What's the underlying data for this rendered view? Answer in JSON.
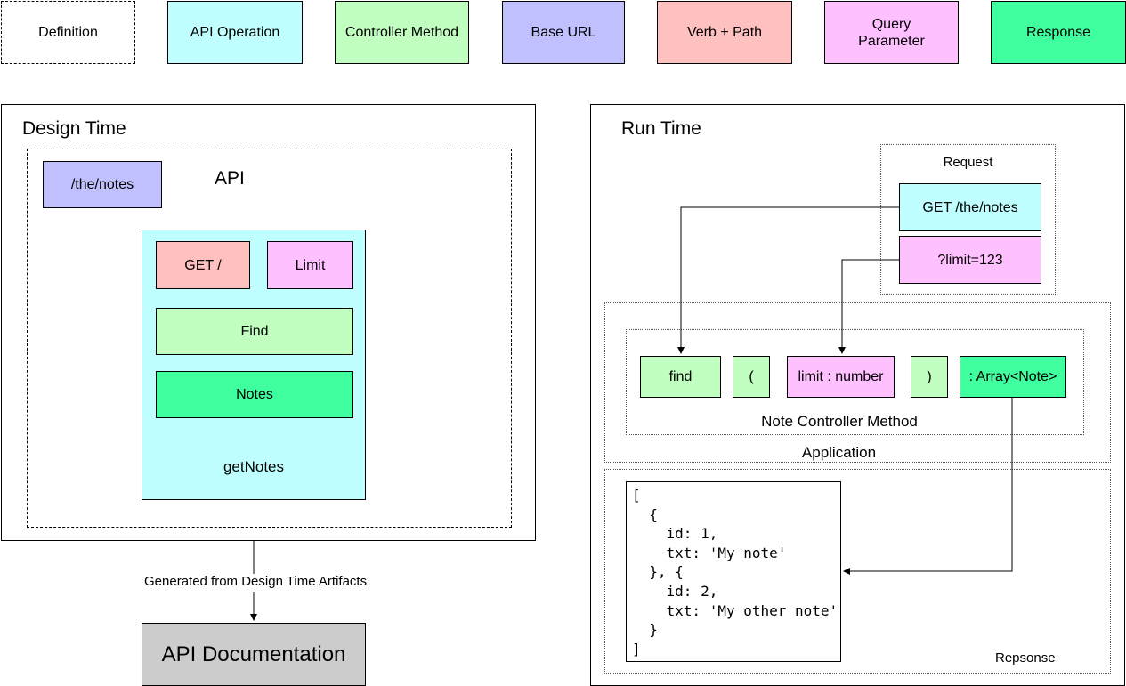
{
  "legend": {
    "definition": "Definition",
    "api_operation": "API Operation",
    "controller_method": "Controller Method",
    "base_url": "Base URL",
    "verb_path": "Verb + Path",
    "query_parameter": "Query Parameter",
    "response": "Response"
  },
  "colors": {
    "api_operation": "#c0ffff",
    "controller_method": "#c0ffc0",
    "base_url": "#c0c0ff",
    "verb_path": "#ffc0c0",
    "query_parameter": "#ffc0ff",
    "response": "#40ff9f",
    "documentation": "#cccccc"
  },
  "design_time": {
    "title": "Design Time",
    "api_label": "API",
    "base_url": "/the/notes",
    "operation": {
      "verb_path": "GET /",
      "query": "Limit",
      "method": "Find",
      "response": "Notes",
      "name": "getNotes"
    }
  },
  "generated_label": "Generated from Design Time Artifacts",
  "documentation_label": "API Documentation",
  "run_time": {
    "title": "Run Time",
    "request": {
      "title": "Request",
      "verb_path": "GET /the/notes",
      "query": "?limit=123"
    },
    "method": {
      "name": "find",
      "open_paren": "(",
      "param": "limit : number",
      "close_paren": ")",
      "return_type": ": Array<Note>",
      "label": "Note Controller Method"
    },
    "application_label": "Application",
    "response_label": "Repsonse",
    "response_body": "[\n  {\n    id: 1,\n    txt: 'My note'\n  }, {\n    id: 2,\n    txt: 'My other note'\n  }\n]"
  }
}
